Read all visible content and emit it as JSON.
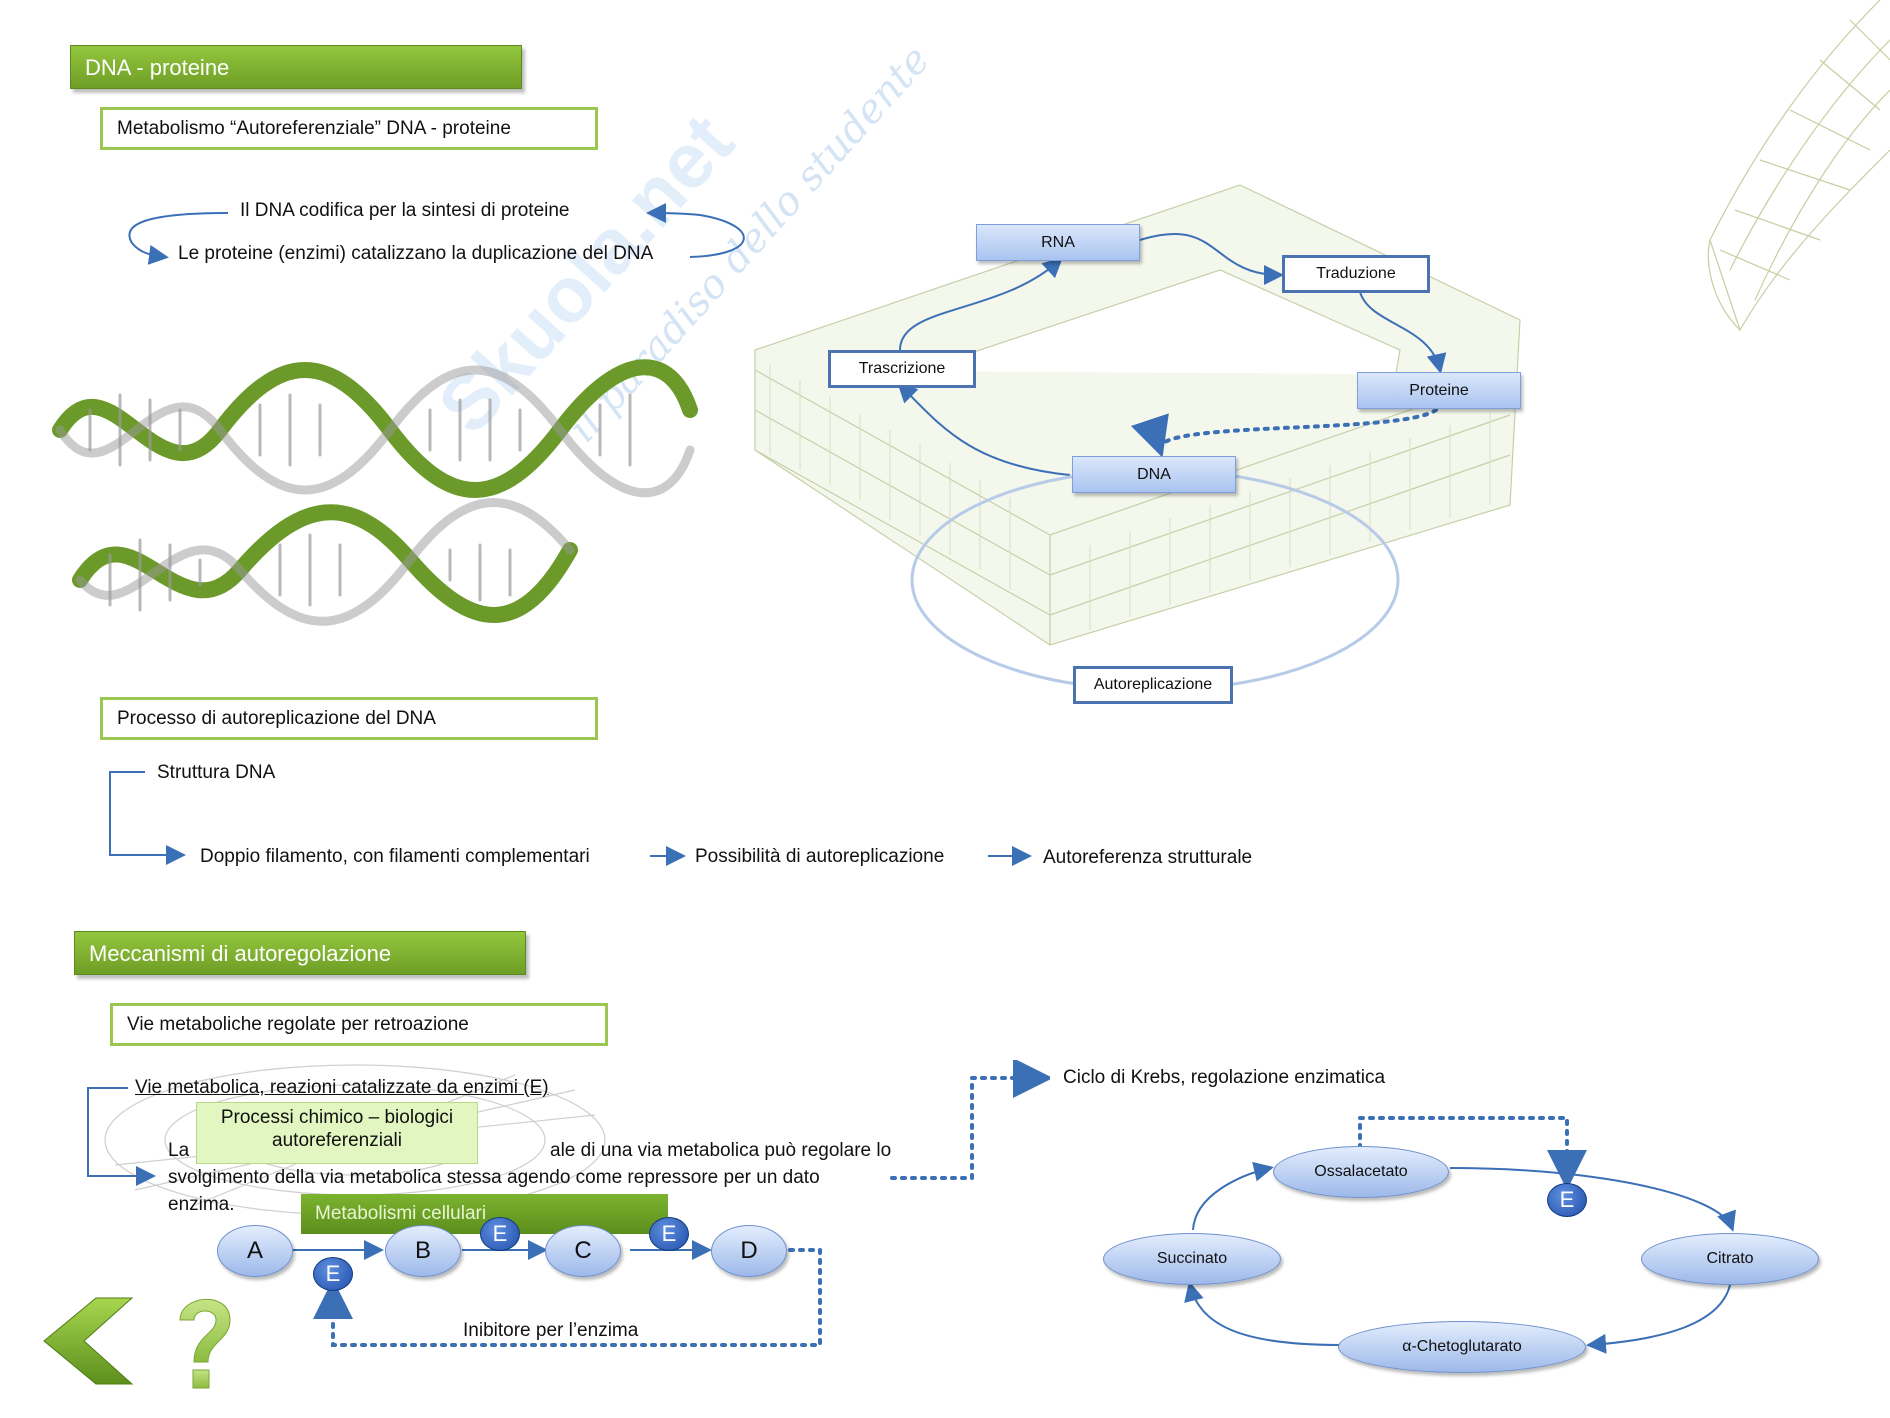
{
  "sections": {
    "dna": {
      "title": "DNA - proteine",
      "sub1": "Metabolismo “Autoreferenziale” DNA - proteine",
      "line1": "Il DNA codifica per la sintesi di proteine",
      "line2": "Le proteine (enzimi) catalizzano la duplicazione del DNA",
      "sub2": "Processo di autoreplicazione del DNA",
      "struttura": "Struttura DNA",
      "flow": [
        "Doppio filamento, con filamenti complementari",
        "Possibilità di autoreplicazione",
        "Autoreferenza strutturale"
      ]
    },
    "cycle": {
      "rna": "RNA",
      "traduzione": "Traduzione",
      "proteine": "Proteine",
      "trascrizione": "Trascrizione",
      "dna": "DNA",
      "autoreplicazione": "Autoreplicazione"
    },
    "auto": {
      "title": "Meccanismi di autoregolazione",
      "sub": "Vie metaboliche regolate per retroazione",
      "vie": "Vie metabolica, reazioni catalizzate da enzimi (E)",
      "processi": "Processi chimico – biologici autoreferenziali",
      "para_start": "La",
      "para_rest1": "ale di una via metabolica può regolare lo",
      "para_line2": "svolgimento della via metabolica stessa agendo come repressore per un dato",
      "para_line3": "enzima.",
      "metabolismi": "Metabolismi cellulari",
      "pathway": [
        "A",
        "B",
        "C",
        "D"
      ],
      "enzyme": "E",
      "inibitore": "Inibitore per l’enzima",
      "krebs_title": "Ciclo di Krebs, regolazione enzimatica",
      "krebs": {
        "ossalacetato": "Ossalacetato",
        "citrato": "Citrato",
        "chetoglutarato": "α-Chetoglutarato",
        "succinato": "Succinato"
      }
    }
  },
  "nav": {
    "back": "back-arrow-icon",
    "help": "question-mark-icon"
  },
  "watermark": {
    "brand": "Skuola.net",
    "tagline": "il paradiso dello studente"
  },
  "colors": {
    "accent_green": "#7fb233",
    "box_blue": "#4a73b0",
    "node_blue": "#a9c3f0",
    "enzyme_blue": "#1f4ea8",
    "arrow_blue": "#3b6fb6"
  }
}
